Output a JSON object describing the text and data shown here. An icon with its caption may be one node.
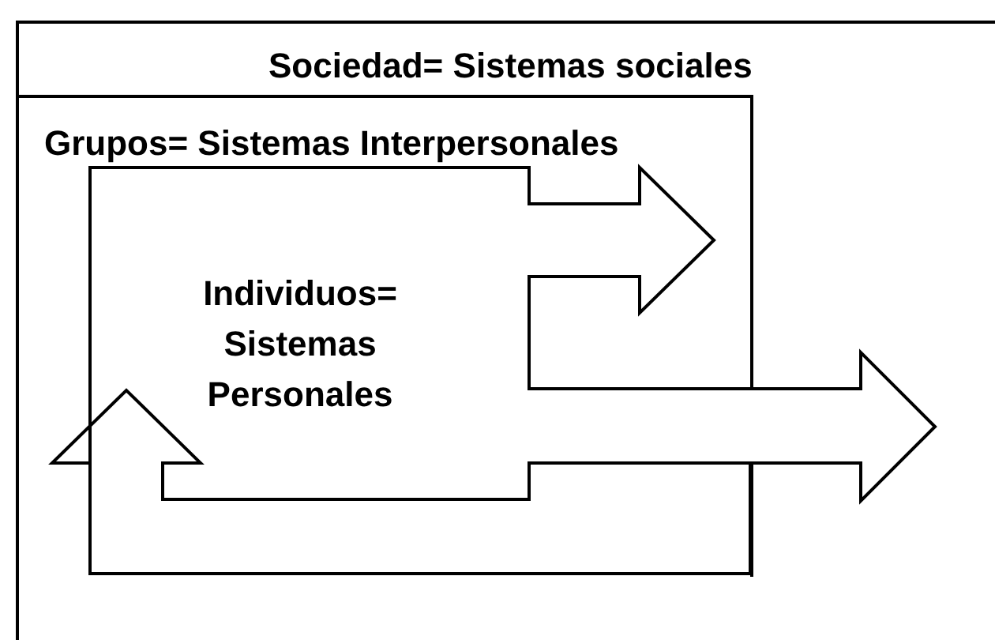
{
  "diagram": {
    "nodes": [
      {
        "text": [
          "Sociedad= Sistemas sociales"
        ]
      },
      {
        "text": [
          "Grupos= Sistemas Interpersonales"
        ],
        "in": 0
      },
      {
        "text": [
          "Individuos= Sistemas Personales"
        ],
        "in": 0
      }
    ]
  }
}
